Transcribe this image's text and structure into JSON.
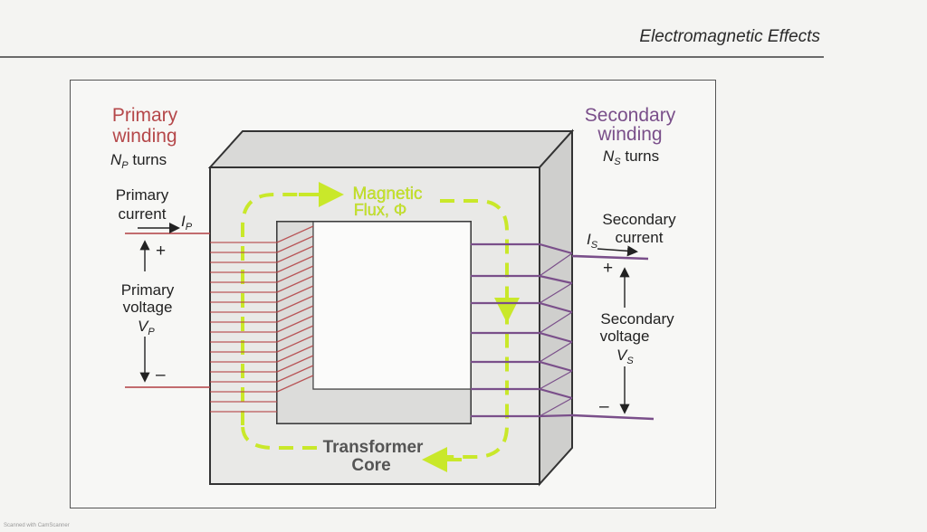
{
  "header": {
    "title": "Electromagnetic Effects"
  },
  "diagram": {
    "primary_winding": {
      "line1": "Primary",
      "line2": "winding",
      "turns_symbol": "N",
      "turns_sub": "P",
      "turns_word": " turns"
    },
    "secondary_winding": {
      "line1": "Secondary",
      "line2": "winding",
      "turns_symbol": "N",
      "turns_sub": "S",
      "turns_word": " turns"
    },
    "primary_current": {
      "line1": "Primary",
      "line2": "current",
      "symbol": "I",
      "sub": "P"
    },
    "secondary_current": {
      "line1": "Secondary",
      "line2": "current",
      "symbol": "I",
      "sub": "S"
    },
    "primary_voltage": {
      "line1": "Primary",
      "line2": "voltage",
      "symbol": "V",
      "sub": "P",
      "plus": "+",
      "minus": "–"
    },
    "secondary_voltage": {
      "line1": "Secondary",
      "line2": "voltage",
      "symbol": "V",
      "sub": "S",
      "plus": "+",
      "minus": "–"
    },
    "flux": {
      "line1": "Magnetic",
      "line2": "Flux, Φ"
    },
    "core": {
      "line1": "Transformer",
      "line2": "Core"
    }
  },
  "footer": {
    "text": "Scanned with CamScanner"
  },
  "colors": {
    "primary": "#b5484a",
    "secondary": "#7a4f8a",
    "flux": "#c9e82a",
    "core_face": "#e9e9e7",
    "core_top": "#d8d8d6"
  }
}
